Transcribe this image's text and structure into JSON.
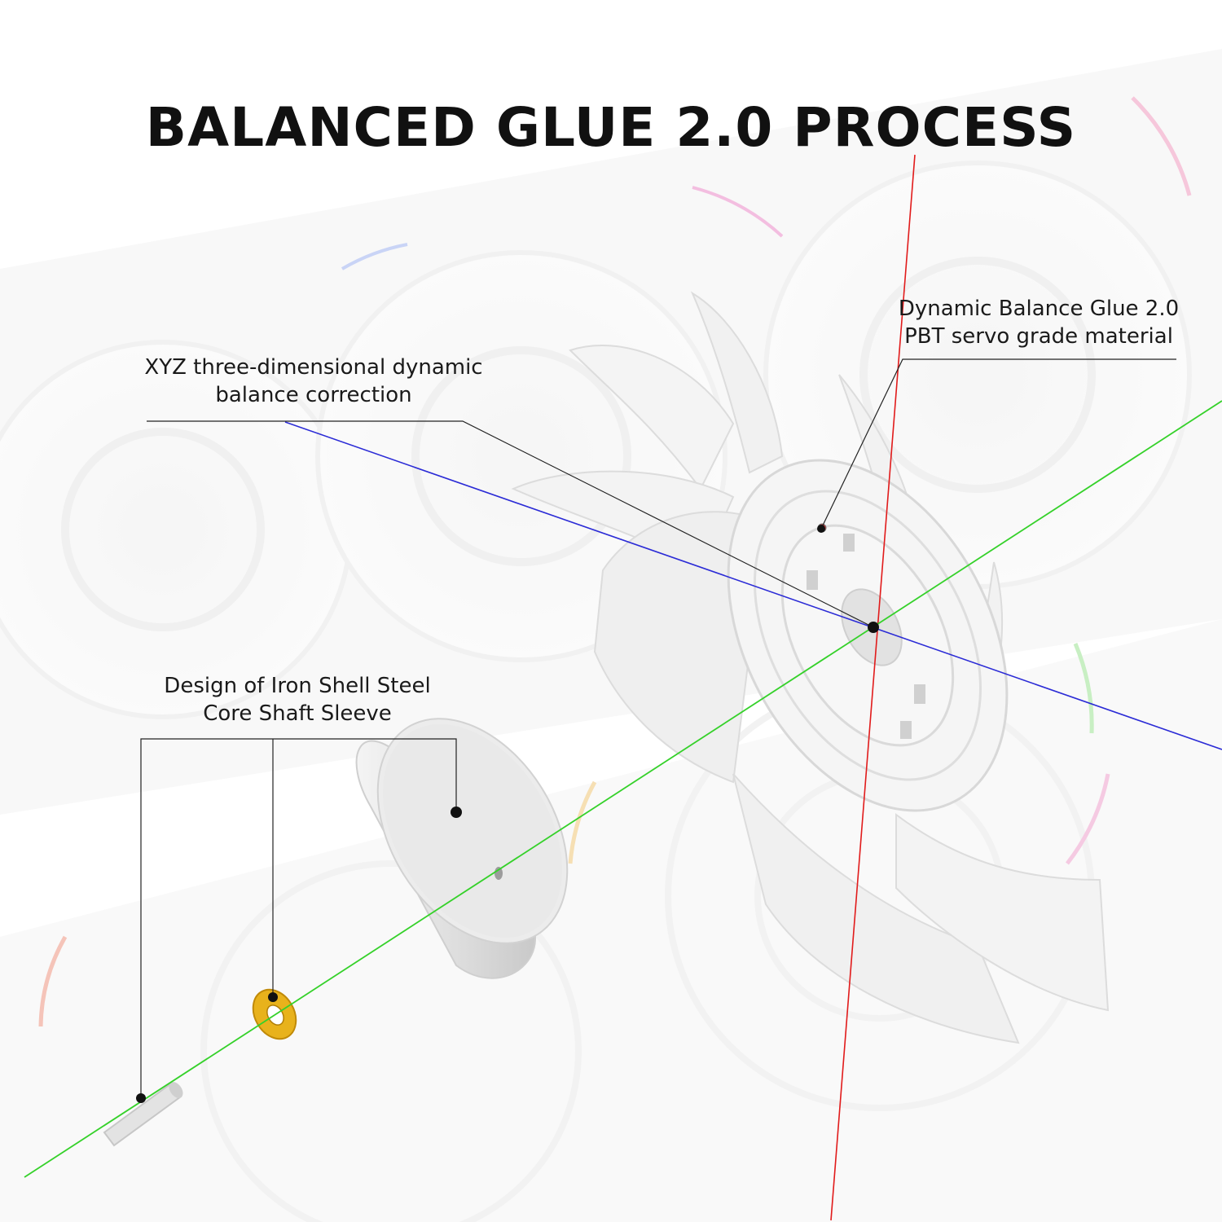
{
  "title": "BALANCED GLUE 2.0 PROCESS",
  "callouts": {
    "xyz": {
      "line1": "XYZ three-dimensional dynamic",
      "line2": "balance correction"
    },
    "glue": {
      "line1": "Dynamic Balance Glue 2.0",
      "line2": "PBT servo grade material"
    },
    "shaft": {
      "line1": "Design of Iron Shell Steel",
      "line2": "Core Shaft Sleeve"
    }
  },
  "colors": {
    "x_axis": "#2b2bd6",
    "y_axis": "#e11b1b",
    "z_axis": "#35d12a",
    "washer": "#e8b21c",
    "leader": "#222222"
  },
  "icons": [
    "fan-impeller-icon",
    "motor-cap-icon",
    "washer-icon",
    "shaft-pin-icon"
  ]
}
